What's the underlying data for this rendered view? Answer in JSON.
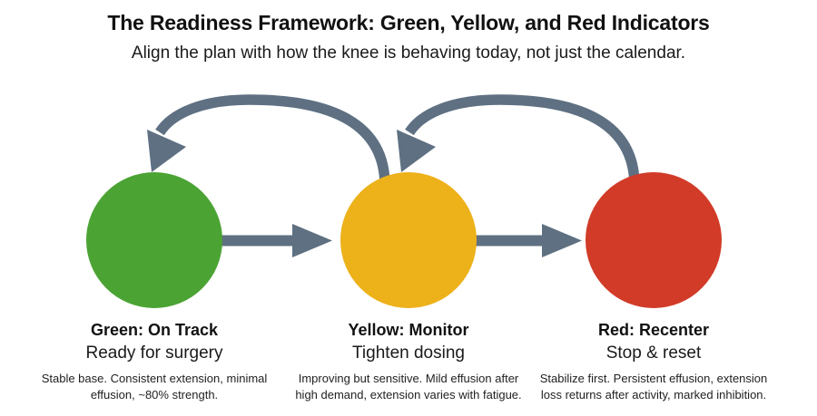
{
  "header": {
    "title": "The Readiness Framework: Green, Yellow, and Red Indicators",
    "subtitle": "Align the plan with how the knee is behaving today, not just the calendar."
  },
  "colors": {
    "green": "#4BA333",
    "yellow": "#EDB11A",
    "red": "#D13B28",
    "arrow": "#5E7082",
    "background": "#FFFFFF",
    "text": "#111111"
  },
  "stages": [
    {
      "id": "green",
      "color": "#4BA333",
      "heading": "Green: On Track",
      "action": "Ready for surgery",
      "detail": "Stable base. Consistent extension, minimal effusion, ~80% strength."
    },
    {
      "id": "yellow",
      "color": "#EDB11A",
      "heading": "Yellow: Monitor",
      "action": "Tighten dosing",
      "detail": "Improving but sensitive. Mild effusion after high demand, extension varies with fatigue."
    },
    {
      "id": "red",
      "color": "#D13B28",
      "heading": "Red: Recenter",
      "action": "Stop & reset",
      "detail": "Stabilize first. Persistent effusion, extension loss returns after activity, marked inhibition."
    }
  ],
  "connectors": [
    {
      "id": "green-to-yellow",
      "kind": "straight-arrow",
      "from": "green",
      "to": "yellow",
      "direction": "forward"
    },
    {
      "id": "yellow-to-red",
      "kind": "straight-arrow",
      "from": "yellow",
      "to": "red",
      "direction": "forward"
    },
    {
      "id": "yellow-back-to-green",
      "kind": "curved-arrow",
      "from": "yellow",
      "to": "green",
      "direction": "backward"
    },
    {
      "id": "red-back-to-yellow",
      "kind": "curved-arrow",
      "from": "red",
      "to": "yellow",
      "direction": "backward"
    }
  ]
}
